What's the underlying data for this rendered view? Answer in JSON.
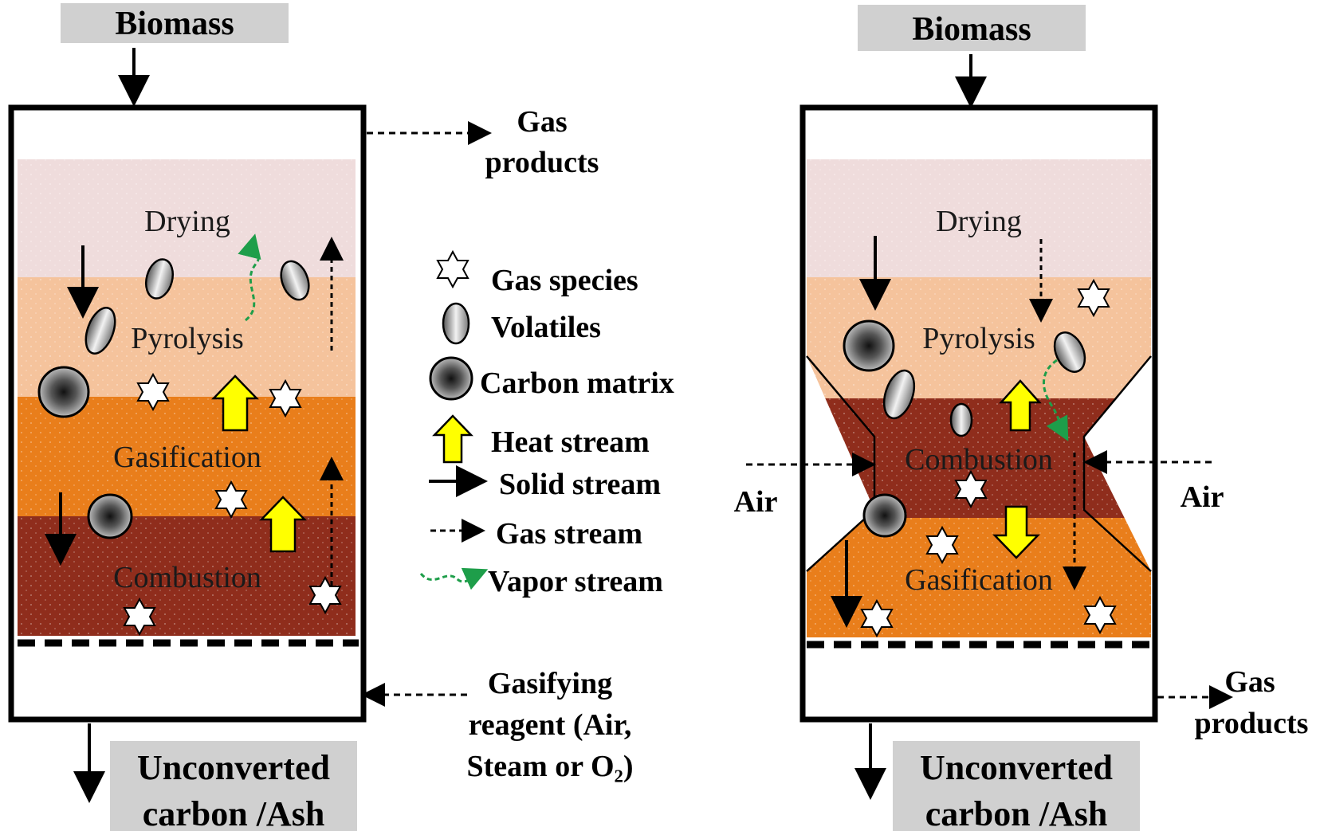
{
  "colors": {
    "drying": "#efdcdc",
    "pyrolysis": "#f5c39c",
    "gasification": "#e97e1b",
    "combustion": "#8f2d1c",
    "heat_arrow": "#ffff00",
    "vapor_arrow": "#1e9e4a",
    "label_box": "#d0d0d0"
  },
  "updraft": {
    "biomass": "Biomass",
    "gas_products": [
      "Gas",
      "products"
    ],
    "zones": {
      "drying": "Drying",
      "pyrolysis": "Pyrolysis",
      "gasification": "Gasification",
      "combustion": "Combustion"
    },
    "reagent": [
      "Gasifying",
      "reagent (Air,",
      "Steam or O₂)"
    ],
    "residue": [
      "Unconverted",
      "carbon /Ash"
    ]
  },
  "downdraft": {
    "biomass": "Biomass",
    "zones": {
      "drying": "Drying",
      "pyrolysis": "Pyrolysis",
      "combustion": "Combustion",
      "gasification": "Gasification"
    },
    "air_left": "Air",
    "air_right": "Air",
    "gas_products": [
      "Gas",
      "products"
    ],
    "residue": [
      "Unconverted",
      "carbon /Ash"
    ]
  },
  "legend": [
    {
      "icon": "star-icon",
      "label": "Gas species"
    },
    {
      "icon": "ellipse-icon",
      "label": "Volatiles"
    },
    {
      "icon": "sphere-icon",
      "label": "Carbon matrix"
    },
    {
      "icon": "heat-arrow-icon",
      "label": "Heat stream"
    },
    {
      "icon": "solid-arrow-icon",
      "label": "Solid stream"
    },
    {
      "icon": "dashed-arrow-icon",
      "label": "Gas stream"
    },
    {
      "icon": "vapor-arrow-icon",
      "label": "Vapor stream"
    }
  ]
}
